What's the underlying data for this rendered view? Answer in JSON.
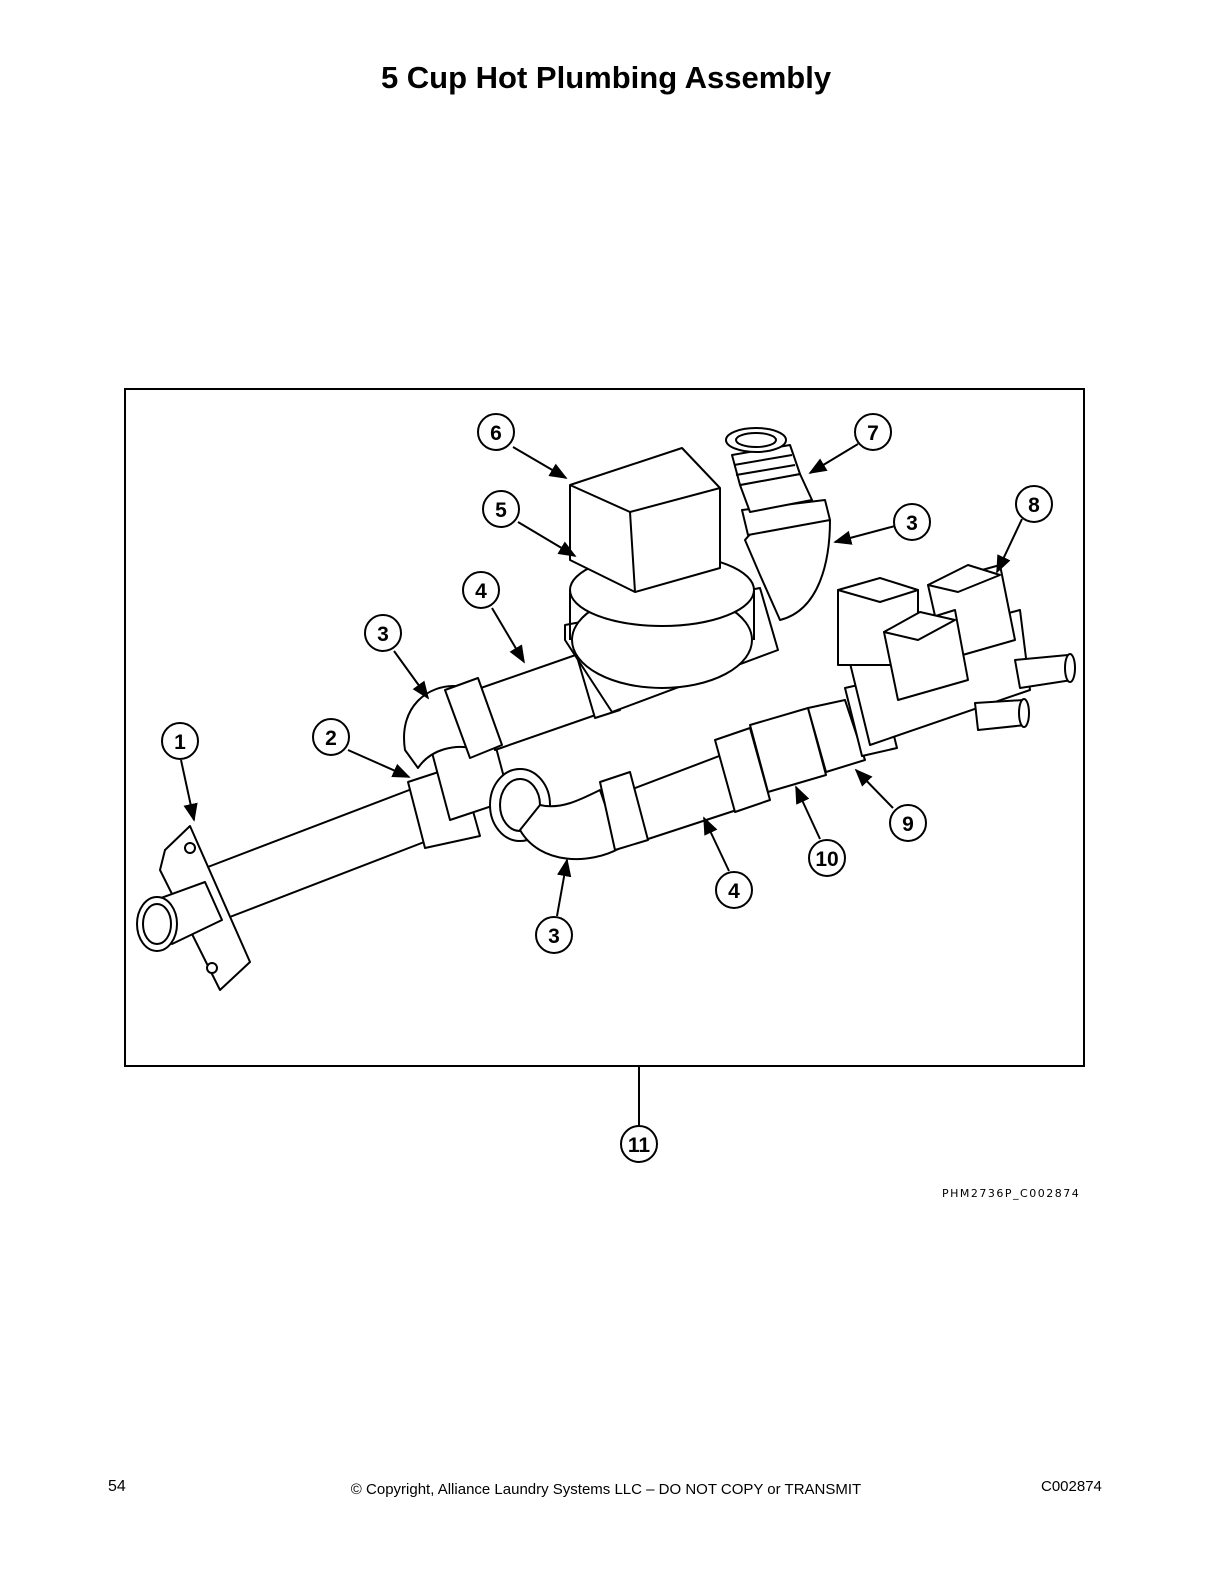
{
  "page": {
    "title": "5 Cup Hot Plumbing Assembly",
    "figure_code": "PHM2736P_C002874",
    "footer": {
      "page_number": "54",
      "copyright": "© Copyright, Alliance Laundry Systems LLC – DO NOT COPY or TRANSMIT",
      "document_code": "C002874"
    }
  },
  "callouts": [
    {
      "id": "c6",
      "label": "6"
    },
    {
      "id": "c7",
      "label": "7"
    },
    {
      "id": "c5",
      "label": "5"
    },
    {
      "id": "c3a",
      "label": "3"
    },
    {
      "id": "c8",
      "label": "8"
    },
    {
      "id": "c4a",
      "label": "4"
    },
    {
      "id": "c3b",
      "label": "3"
    },
    {
      "id": "c1",
      "label": "1"
    },
    {
      "id": "c2",
      "label": "2"
    },
    {
      "id": "c9",
      "label": "9"
    },
    {
      "id": "c10",
      "label": "10"
    },
    {
      "id": "c4b",
      "label": "4"
    },
    {
      "id": "c3c",
      "label": "3"
    },
    {
      "id": "c11",
      "label": "11"
    }
  ]
}
